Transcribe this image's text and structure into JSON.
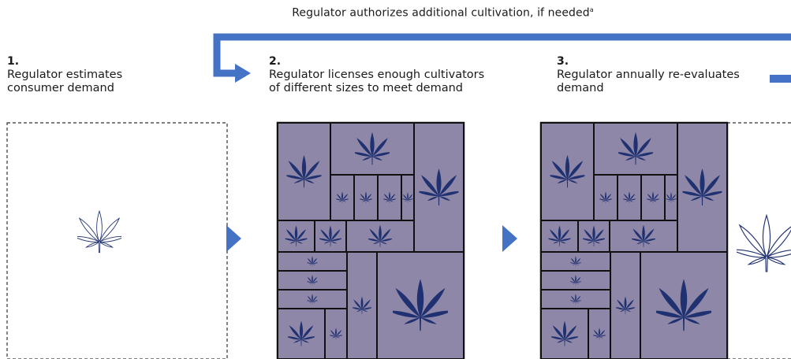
{
  "feedback_label": "Regulator authorizes additional cultivation, if needed",
  "feedback_footnote": "a",
  "steps": [
    {
      "number": "1.",
      "line1": "Regulator estimates",
      "line2": "consumer demand"
    },
    {
      "number": "2.",
      "line1": "Regulator licenses enough cultivators",
      "line2": "of different sizes to meet demand"
    },
    {
      "number": "3.",
      "line1": "Regulator annually re-evaluates",
      "line2": "demand"
    }
  ],
  "colors": {
    "arrow": "#4472c4",
    "plot_fill": "#8f87a8",
    "leaf": "#1f3170",
    "border": "#111111"
  },
  "icons": [
    "cannabis-leaf-icon",
    "cannabis-leaf-outline-icon",
    "arrow-right-icon"
  ]
}
